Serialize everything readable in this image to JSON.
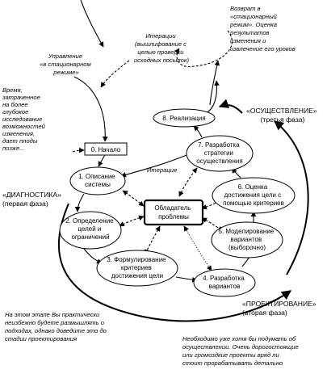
{
  "nodes": {
    "start": "0. Начало",
    "n1": [
      "1. Описание",
      "системы"
    ],
    "n2": [
      "2. Определение",
      "целей и",
      "ограничений"
    ],
    "n3": [
      "3. Формулирование",
      "критериев",
      "достижения цели"
    ],
    "n4": [
      "4. Разработка",
      "вариантов"
    ],
    "n5": [
      "5. Моделирование",
      "вариантов",
      "(выборочно)"
    ],
    "n6": [
      "6. Оценка",
      "достижения цели с",
      "помощью критериев"
    ],
    "n7": [
      "7. Разработка",
      "стратегии",
      "осуществления"
    ],
    "n8": "8. Реализация",
    "owner": [
      "Обладатель",
      "проблемы"
    ]
  },
  "labels": {
    "iteration_inner": "Итерация",
    "iteration_top": [
      "Итерации",
      "(вышлифование с",
      "целью проверки",
      "исходных посылок)"
    ],
    "control": [
      "Управление",
      "«в стационарном",
      "режиме»"
    ],
    "time_note": [
      "Время,",
      "затраченное",
      "на более",
      "глубокое",
      "исследование",
      "возможностей",
      "изменения,",
      "дает плоды",
      "позже..."
    ],
    "return_note": [
      "Возврат в",
      "«стационарный",
      "режим». Оценка",
      "результатов",
      "изменения и",
      "извлечение его уроков"
    ],
    "phase_implementation": [
      "«ОСУЩЕСТВЛЕНИЕ»",
      "(третья фаза)"
    ],
    "phase_diagnostics": [
      "«ДИАГНОСТИКА»",
      "(первая фаза)"
    ],
    "phase_design": [
      "«ПРОЕКТИРОВАНИЕ»",
      "(вторая фаза)"
    ],
    "note_bottom_left": [
      "На этом этапе Вы практически",
      "неизбежно будете размышлять о",
      "подходах, однако доведите это до",
      "стадии проектирования"
    ],
    "note_bottom_right": [
      "Необходимо уже хотя бы подумать об",
      "осуществлении. Очень дорогостоящие",
      "или громоздкие проекты вряд ли",
      "стоит прорабатывать детально"
    ]
  }
}
